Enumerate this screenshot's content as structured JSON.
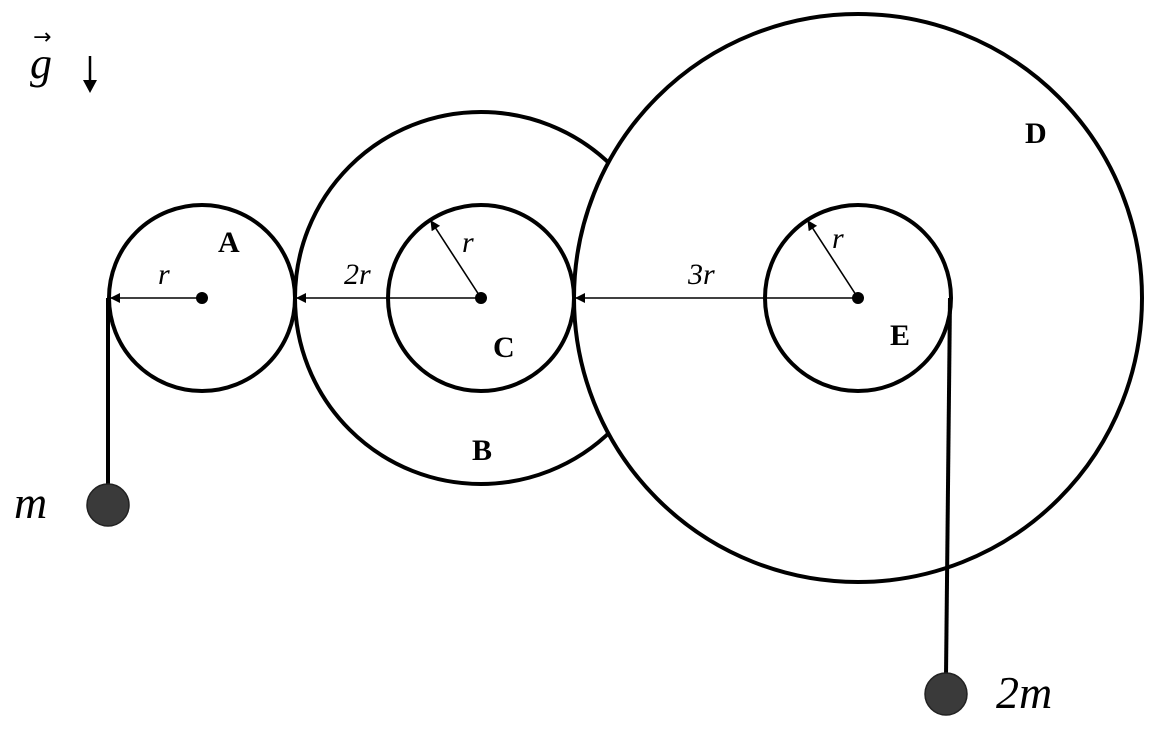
{
  "gravity": {
    "symbol": "g",
    "arrow": "→"
  },
  "wheels": {
    "A": {
      "label": "A",
      "radius_label": "r"
    },
    "B": {
      "label": "B",
      "radius_label": "2r"
    },
    "C": {
      "label": "C",
      "radius_label": "r"
    },
    "D": {
      "label": "D",
      "radius_label": "3r"
    },
    "E": {
      "label": "E",
      "radius_label": "r"
    }
  },
  "masses": {
    "left": {
      "label": "m",
      "color": "#3a3a3a"
    },
    "right": {
      "label": "2m",
      "color": "#3a3a3a"
    }
  }
}
